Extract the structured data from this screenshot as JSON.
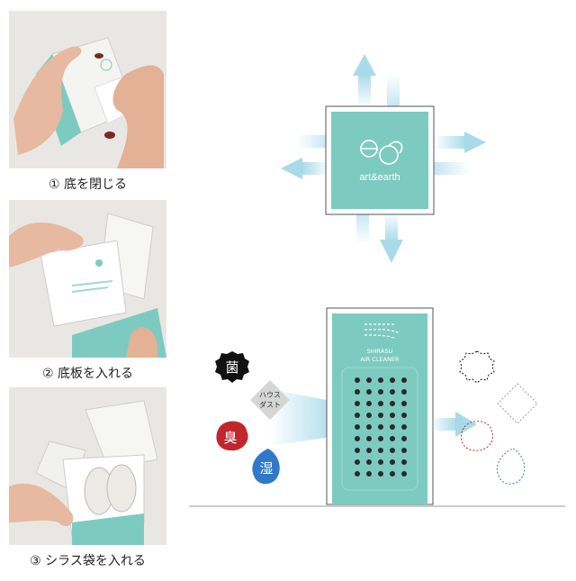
{
  "steps": [
    {
      "caption": "① 底を閉じる",
      "photo": "hands-closing-box-bottom"
    },
    {
      "caption": "② 底板を入れる",
      "photo": "inserting-bottom-board"
    },
    {
      "caption": "③ シラス袋を入れる",
      "photo": "inserting-shirasu-bags"
    }
  ],
  "top_device": {
    "brand": "art&earth",
    "logo": "ae-loop-logo"
  },
  "bottom_device": {
    "line1": "SHIRASU",
    "line2": "AIR CLEANER"
  },
  "pollutants": [
    {
      "label": "菌",
      "color": "#111111"
    },
    {
      "label": "ハウス\nダスト",
      "line1": "ハウス",
      "line2": "ダスト",
      "color": "#d6d6d6"
    },
    {
      "label": "臭",
      "color": "#c0272d"
    },
    {
      "label": "湿",
      "color": "#2f79c8"
    }
  ],
  "colors": {
    "teal": "#7dcbc0",
    "arrow": "#a9daea",
    "border": "#555555"
  }
}
